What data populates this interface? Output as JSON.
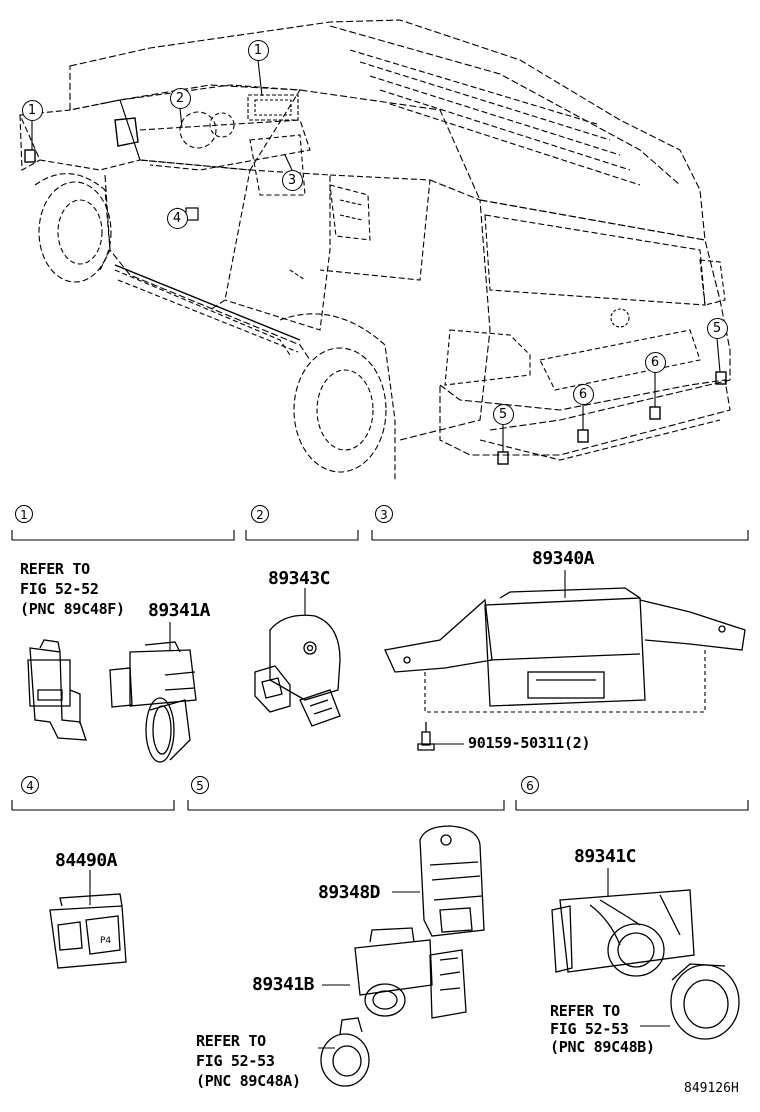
{
  "vehicle_callouts": [
    "1",
    "1",
    "2",
    "3",
    "4",
    "5",
    "5",
    "6",
    "6"
  ],
  "sections": [
    {
      "number": "1",
      "parts": [
        "89341A"
      ],
      "refer_note": [
        "REFER TO",
        "FIG 52-52",
        "(PNC 89C48F)"
      ]
    },
    {
      "number": "2",
      "parts": [
        "89343C"
      ]
    },
    {
      "number": "3",
      "parts": [
        "89340A"
      ],
      "fastener": "90159-50311(2)"
    },
    {
      "number": "4",
      "parts": [
        "84490A"
      ]
    },
    {
      "number": "5",
      "parts": [
        "89348D",
        "89341B"
      ],
      "refer_note": [
        "REFER TO",
        "FIG 52-53",
        "(PNC 89C48A)"
      ]
    },
    {
      "number": "6",
      "parts": [
        "89341C"
      ],
      "refer_note": [
        "REFER TO",
        "FIG 52-53",
        "(PNC 89C48B)"
      ]
    }
  ],
  "illustration_code": "849126H"
}
